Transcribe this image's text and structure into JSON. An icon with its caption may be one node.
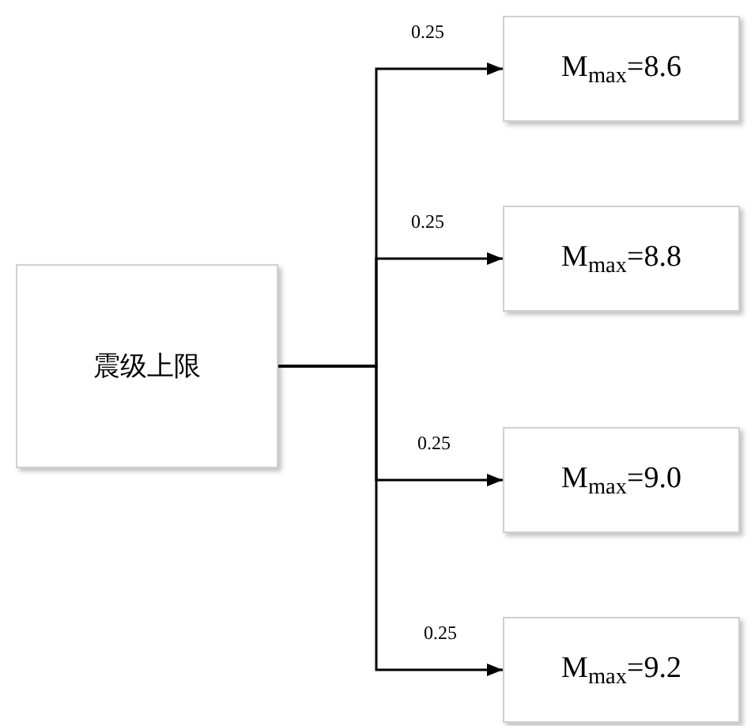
{
  "diagram": {
    "nodes": [
      {
        "text": [
          "震级上限"
        ]
      },
      {
        "text": [
          "M$_{max}$=8.6"
        ]
      },
      {
        "text": [
          "M$_{max}$=8.8"
        ]
      },
      {
        "text": [
          "M$_{max}$=9.0"
        ]
      },
      {
        "text": [
          "M$_{max}$=9.2"
        ]
      }
    ],
    "edges": [
      {
        "from": 0,
        "to": 1,
        "arrow": "to",
        "label": "0.25"
      },
      {
        "from": 0,
        "to": 2,
        "arrow": "to",
        "label": "0.25"
      },
      {
        "from": 0,
        "to": 3,
        "arrow": "to",
        "label": "0.25"
      },
      {
        "from": 0,
        "to": 4,
        "arrow": "to",
        "label": "0.25"
      }
    ]
  }
}
